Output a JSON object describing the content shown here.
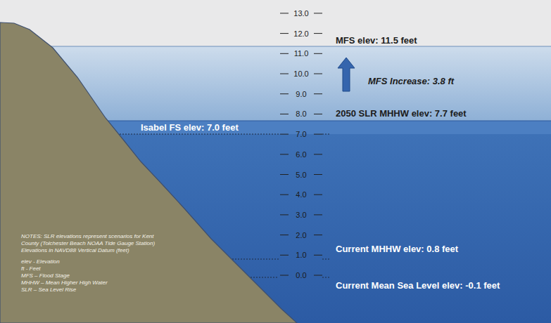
{
  "diagram": {
    "labels": [
      "13.0",
      "12.0",
      "11.0",
      "10.0",
      "9.0",
      "8.0",
      "7.0",
      "6.0",
      "5.0",
      "4.0",
      "3.0",
      "2.0",
      "1.0",
      "0.0",
      "MFS elev: 11.5 feet",
      "MFS Increase: 3.8 ft",
      "2050 SLR MHHW elev: 7.7 feet",
      "Isabel FS elev: 7.0 feet",
      "Current MHHW elev: 0.8 feet",
      "Current Mean Sea Level elev: -0.1 feet",
      "NOTES: SLR elevations represent scenarios for Kent County (Tolchester Beach NOAA Tide Gauge Station)",
      "Elevations in NAVD88 Vertical Datum (feet)",
      "elev - Elevation",
      "ft - Feet",
      "MFS – Flood Stage",
      "MHHW – Mean Higher High Water",
      "SLR – Sea Level Rise"
    ]
  }
}
